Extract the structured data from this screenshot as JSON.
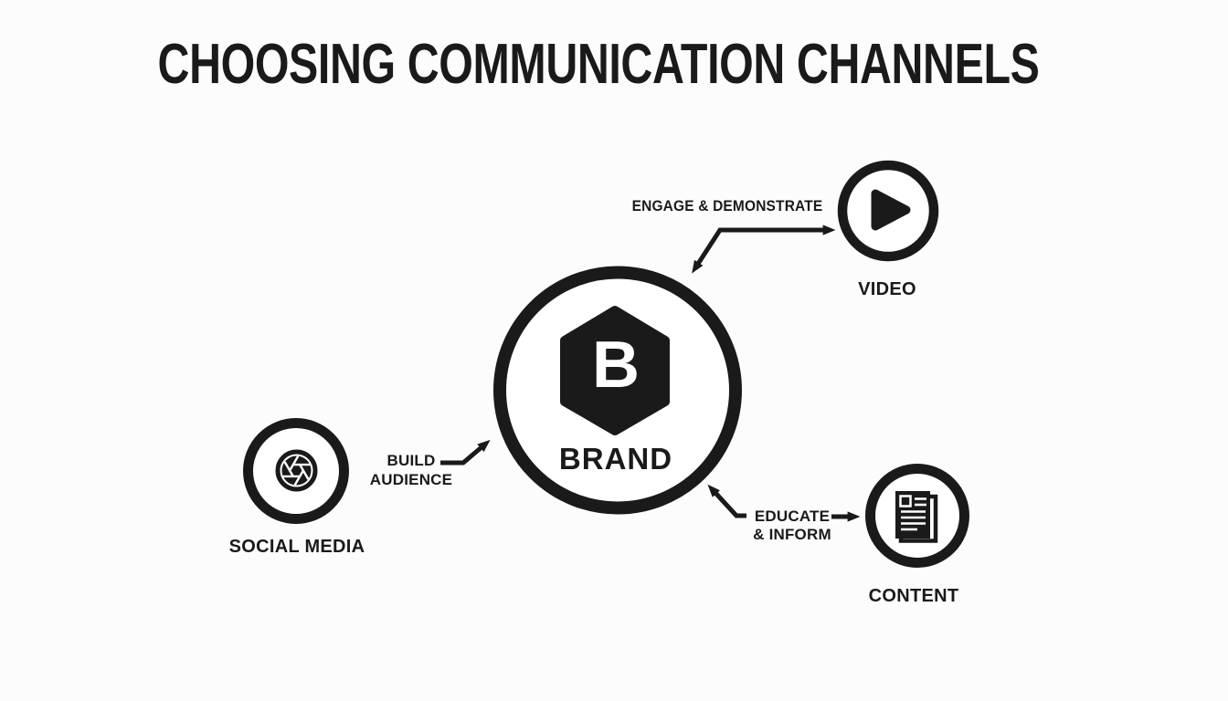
{
  "title": "CHOOSING COMMUNICATION CHANNELS",
  "colors": {
    "background": "#fcfcfc",
    "ink": "#1a1a1a"
  },
  "hub": {
    "initial": "B",
    "label": "BRAND"
  },
  "nodes": {
    "video": {
      "label": "VIDEO",
      "icon": "play-icon"
    },
    "social": {
      "label": "SOCIAL MEDIA",
      "icon": "aperture-icon"
    },
    "content": {
      "label": "CONTENT",
      "icon": "document-icon"
    }
  },
  "connections": {
    "engage": {
      "label": "ENGAGE & DEMONSTRATE",
      "targets": [
        "BRAND",
        "VIDEO"
      ]
    },
    "build": {
      "lines": [
        "BUILD",
        "AUDIENCE"
      ],
      "targets": [
        "BRAND"
      ]
    },
    "educate": {
      "lines": [
        "EDUCATE",
        "& INFORM"
      ],
      "targets": [
        "BRAND",
        "CONTENT"
      ]
    }
  }
}
